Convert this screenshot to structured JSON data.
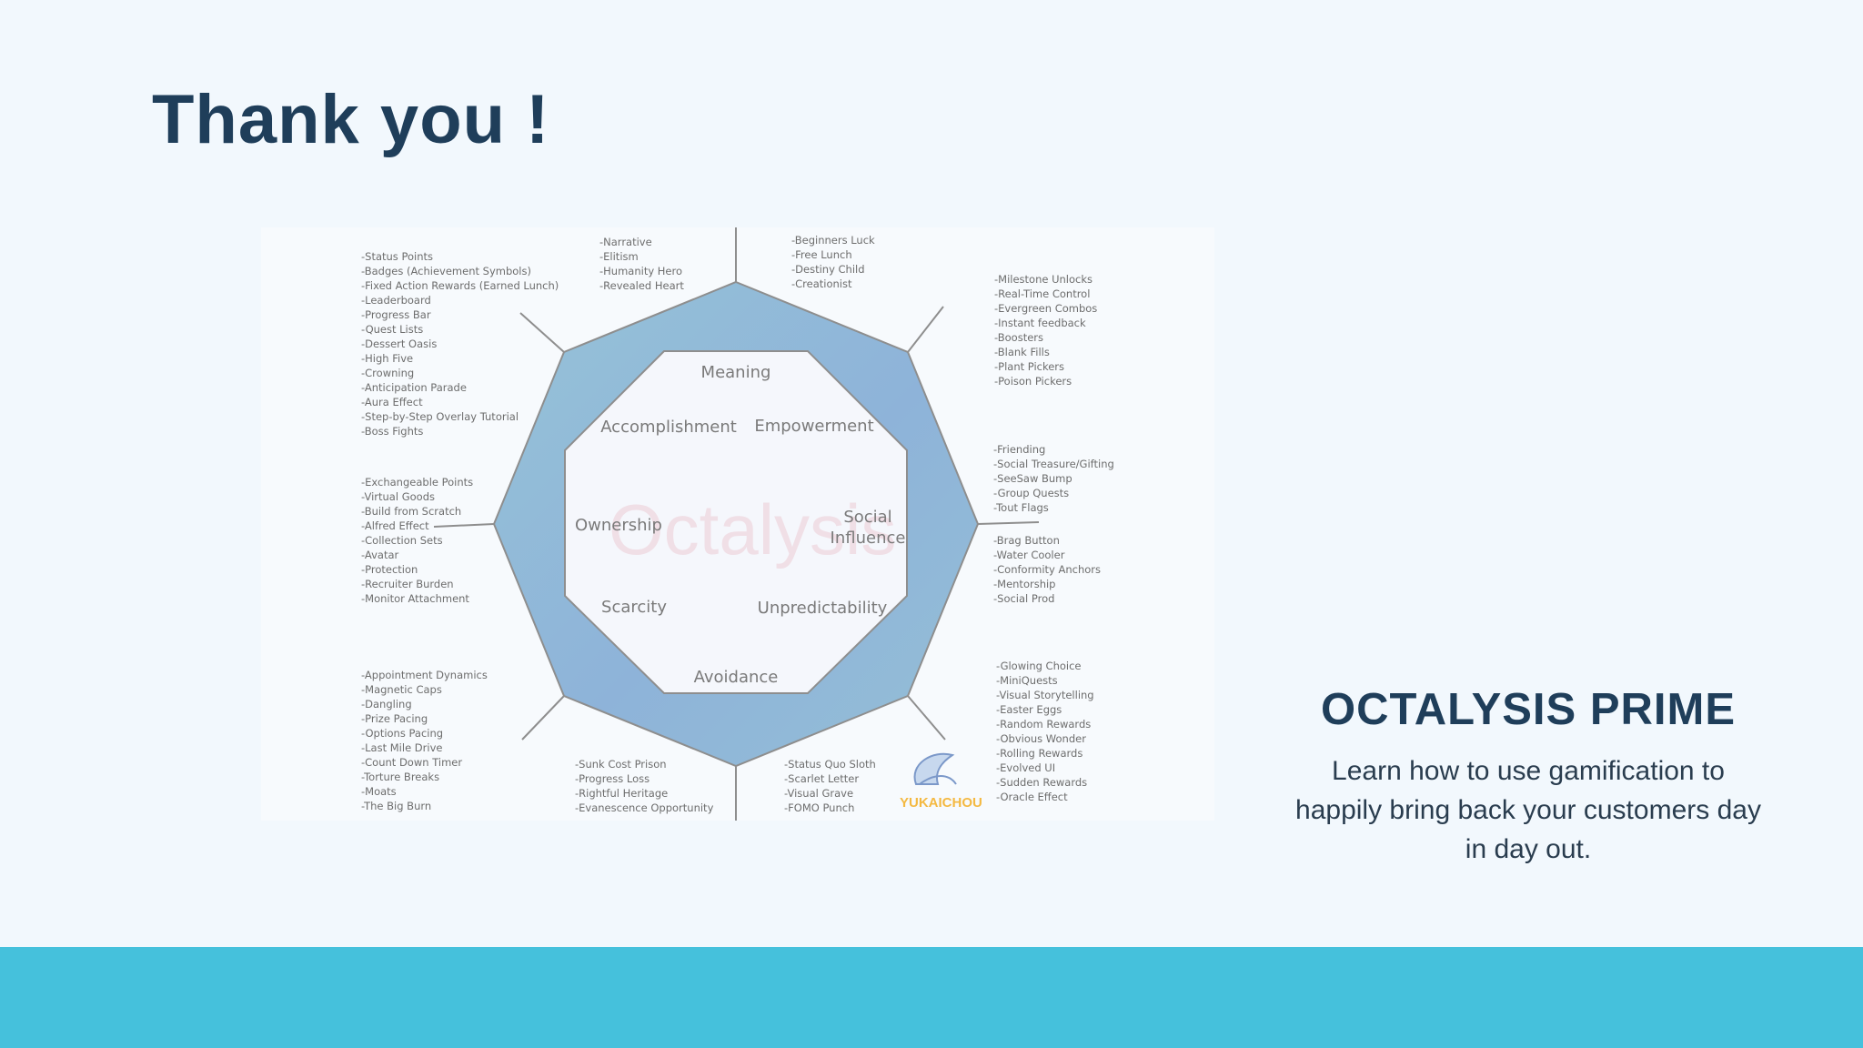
{
  "title": "Thank you !",
  "diagram": {
    "drives": {
      "meaning": "Meaning",
      "accomplishment": "Accomplishment",
      "empowerment": "Empowerment",
      "ownership": "Ownership",
      "social_1": "Social",
      "social_2": "Influence",
      "scarcity": "Scarcity",
      "unpredictability": "Unpredictability",
      "avoidance": "Avoidance"
    },
    "watermark": "Octalysis",
    "logo_text": "YUKAICHOU",
    "lists": {
      "status": [
        "-Status Points",
        "-Badges (Achievement Symbols)",
        "-Fixed Action Rewards (Earned Lunch)",
        "-Leaderboard",
        "-Progress Bar",
        "-Quest Lists",
        "-Dessert Oasis",
        "-High Five",
        "-Crowning",
        "-Anticipation Parade",
        "-Aura Effect",
        "-Step-by-Step Overlay Tutorial",
        "-Boss Fights"
      ],
      "narrative": [
        "-Narrative",
        "-Elitism",
        "-Humanity Hero",
        "-Revealed Heart"
      ],
      "beginners": [
        "-Beginners Luck",
        "-Free Lunch",
        "-Destiny Child",
        "-Creationist"
      ],
      "milestone": [
        "-Milestone Unlocks",
        "-Real-Time Control",
        "-Evergreen Combos",
        "-Instant feedback",
        "-Boosters",
        "-Blank Fills",
        "-Plant Pickers",
        "-Poison Pickers"
      ],
      "friending": [
        "-Friending",
        "-Social Treasure/Gifting",
        "-SeeSaw Bump",
        "-Group Quests",
        "-Tout Flags"
      ],
      "brag": [
        "-Brag Button",
        "-Water Cooler",
        "-Conformity Anchors",
        "-Mentorship",
        "-Social Prod"
      ],
      "exchangeable": [
        "-Exchangeable Points",
        "-Virtual Goods",
        "-Build from Scratch",
        "-Alfred Effect",
        "-Collection Sets",
        "-Avatar",
        "-Protection",
        "-Recruiter Burden",
        "-Monitor Attachment"
      ],
      "appointment": [
        "-Appointment Dynamics",
        "-Magnetic Caps",
        "-Dangling",
        "-Prize Pacing",
        "-Options Pacing",
        "-Last Mile Drive",
        "-Count Down Timer",
        "-Torture Breaks",
        "-Moats",
        "-The Big Burn"
      ],
      "sunk": [
        "-Sunk Cost Prison",
        "-Progress Loss",
        "-Rightful Heritage",
        "-Evanescence Opportunity"
      ],
      "statusquo": [
        "-Status Quo Sloth",
        "-Scarlet Letter",
        "-Visual Grave",
        "-FOMO Punch"
      ],
      "glowing": [
        "-Glowing Choice",
        "-MiniQuests",
        "-Visual Storytelling",
        "-Easter Eggs",
        "-Random Rewards",
        "-Obvious Wonder",
        "-Rolling Rewards",
        "-Evolved UI",
        "-Sudden Rewards",
        "-Oracle Effect"
      ]
    },
    "colors": {
      "ring_light": "#94bfd6",
      "ring_dark": "#8aaed9",
      "inner": "#f5f7fc",
      "line": "#8e8e8e"
    }
  },
  "promo": {
    "title": "OCTALYSIS PRIME",
    "text": "Learn how to use gamification to happily bring back your customers day in day out."
  },
  "footer": {
    "color": "#45c1dc"
  }
}
